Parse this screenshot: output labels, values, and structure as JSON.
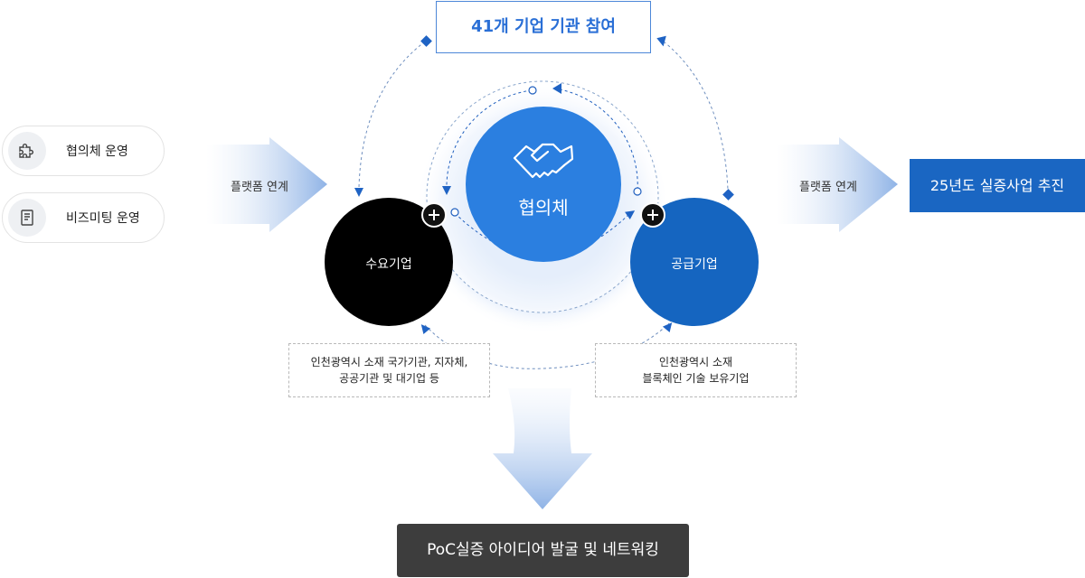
{
  "left_panel": {
    "items": [
      {
        "label": "협의체 운영",
        "icon": "puzzle-icon"
      },
      {
        "label": "비즈미팅 운영",
        "icon": "document-scroll-icon"
      }
    ]
  },
  "flow_left_label": "플랫폼 연계",
  "flow_right_label": "플랫폼 연계",
  "top_box": "41개 기업 기관 참여",
  "center": {
    "label": "협의체",
    "icon": "handshake-icon"
  },
  "demand": {
    "label": "수요기업",
    "note_lines": [
      "인천광역시 소재 국가기관, 지자체,",
      "공공기관 및 대기업 등"
    ]
  },
  "supply": {
    "label": "공급기업",
    "note_lines": [
      "인천광역시 소재",
      "블록체인 기술 보유기업"
    ]
  },
  "right_box": "25년도 실증사업 추진",
  "bottom_box": "PoC실증 아이디어 발굴 및 네트워킹",
  "colors": {
    "accent_blue": "#2a6fd6",
    "center_blue": "#2b7fe0",
    "supply_blue": "#1565c0",
    "demand_black": "#000000",
    "dark_box": "#3d3d3d"
  }
}
